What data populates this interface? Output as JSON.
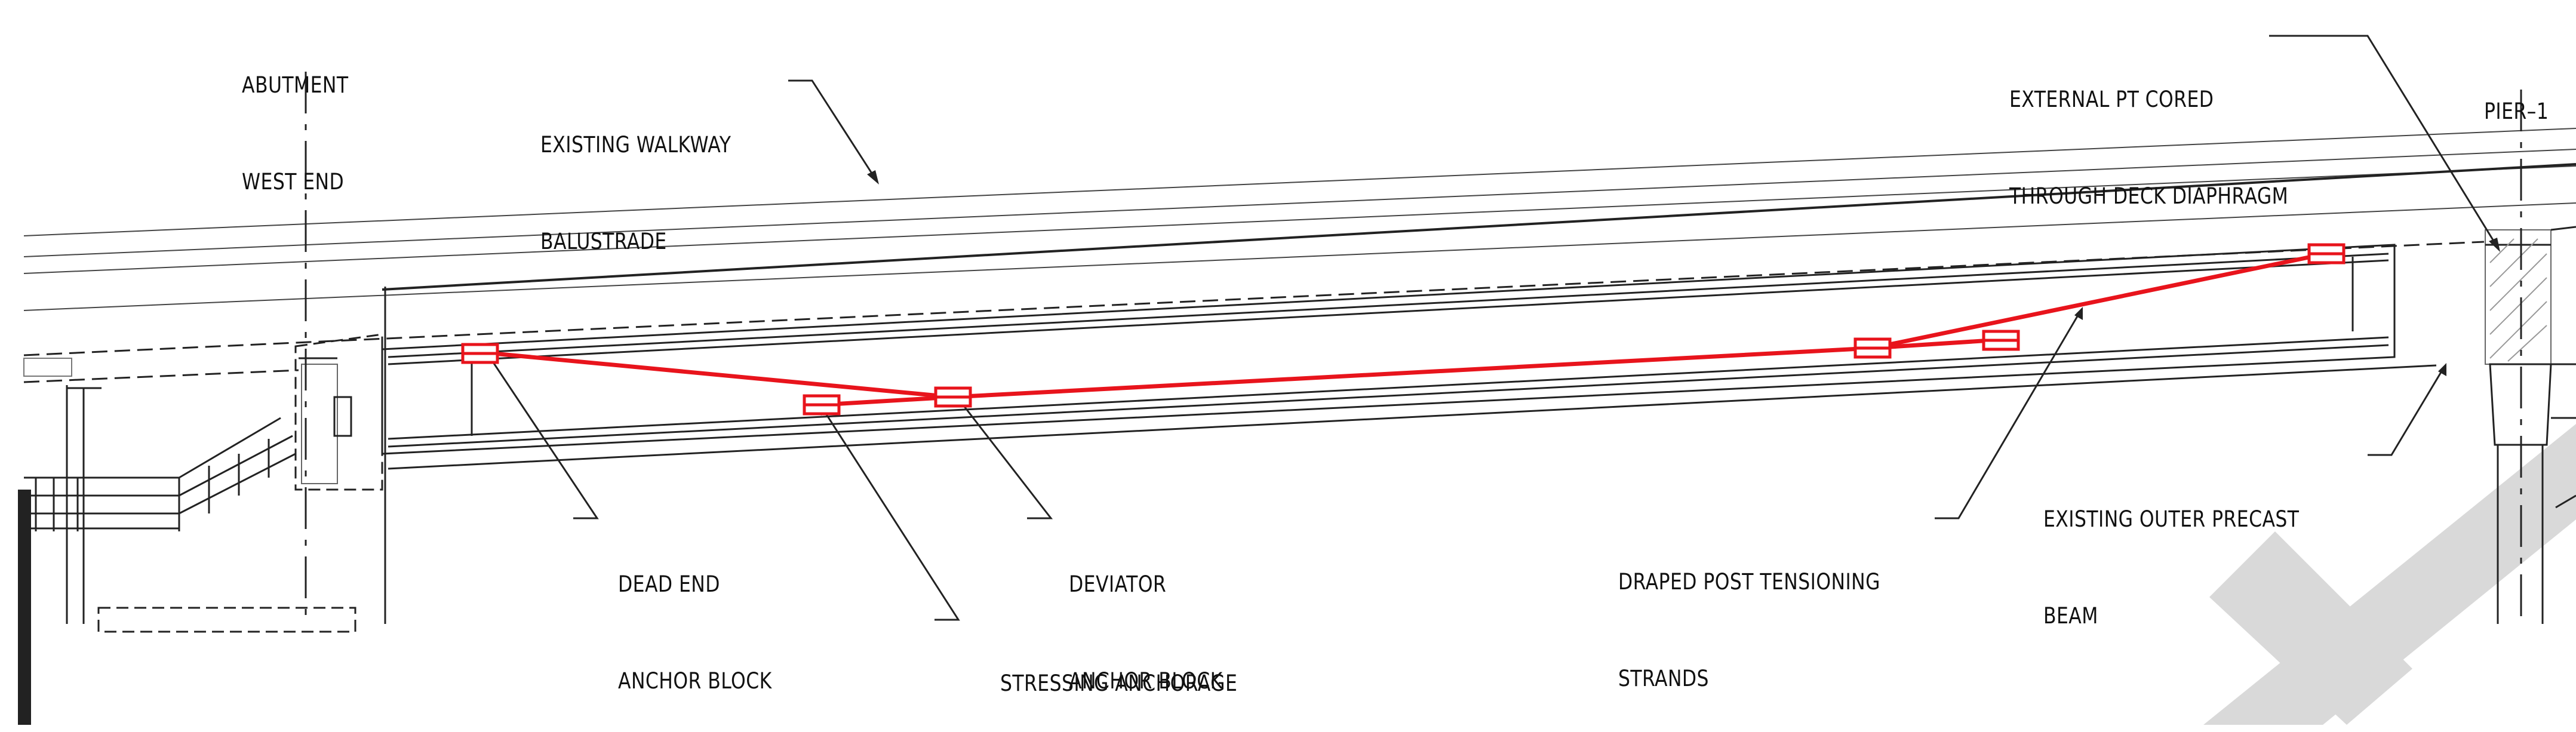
{
  "labels": {
    "abutment": [
      "ABUTMENT",
      "WEST END"
    ],
    "walkway": [
      "EXISTING WALKWAY",
      "BALUSTRADE"
    ],
    "external_pt": [
      "EXTERNAL PT CORED",
      "THROUGH DECK DIAPHRAGM"
    ],
    "pier": "PIER–1",
    "dead_end": [
      "DEAD END",
      "ANCHOR BLOCK"
    ],
    "deviator": [
      "DEVIATOR",
      "ANCHOR BLOCK"
    ],
    "stressing": "STRESSING ANCHORAGE",
    "draped": [
      "DRAPED POST TENSIONING",
      "STRANDS"
    ],
    "outer_beam": [
      "EXISTING OUTER PRECAST",
      "BEAM"
    ]
  },
  "colors": {
    "tendon": "#e8141c",
    "linework": "#222222",
    "watermark": "#d6d6d6"
  }
}
